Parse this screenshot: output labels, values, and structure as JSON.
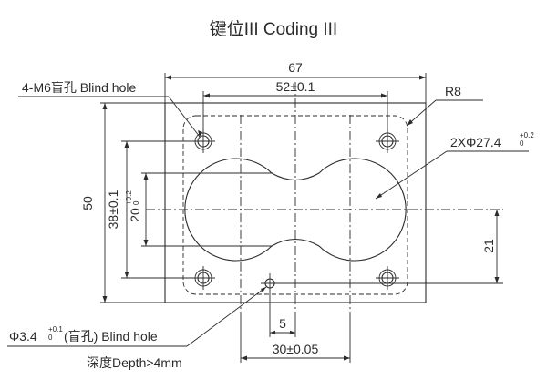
{
  "title": "键位III Coding III",
  "labels": {
    "blind_hole_m6": "4-M6盲孔 Blind hole",
    "radius": "R8",
    "bore_prefix": "2XΦ27.4",
    "bore_tol_upper": "+0.2",
    "bore_tol_lower": "0",
    "pin_prefix": "Φ3.4",
    "pin_tol_upper": "+0.1",
    "pin_tol_lower": "0",
    "pin_suffix": "(盲孔) Blind hole",
    "depth": "深度Depth>4mm"
  },
  "dimensions": {
    "overall_width": "67",
    "hole_spacing_x": "52±0.1",
    "overall_height": "50",
    "hole_spacing_y": "38±0.1",
    "bore_dim_base": "20",
    "bore_dim_upper": "+0.2",
    "bore_dim_lower": "0",
    "right_offset": "21",
    "pin_offset": "5",
    "pin_distance": "30±0.05"
  }
}
